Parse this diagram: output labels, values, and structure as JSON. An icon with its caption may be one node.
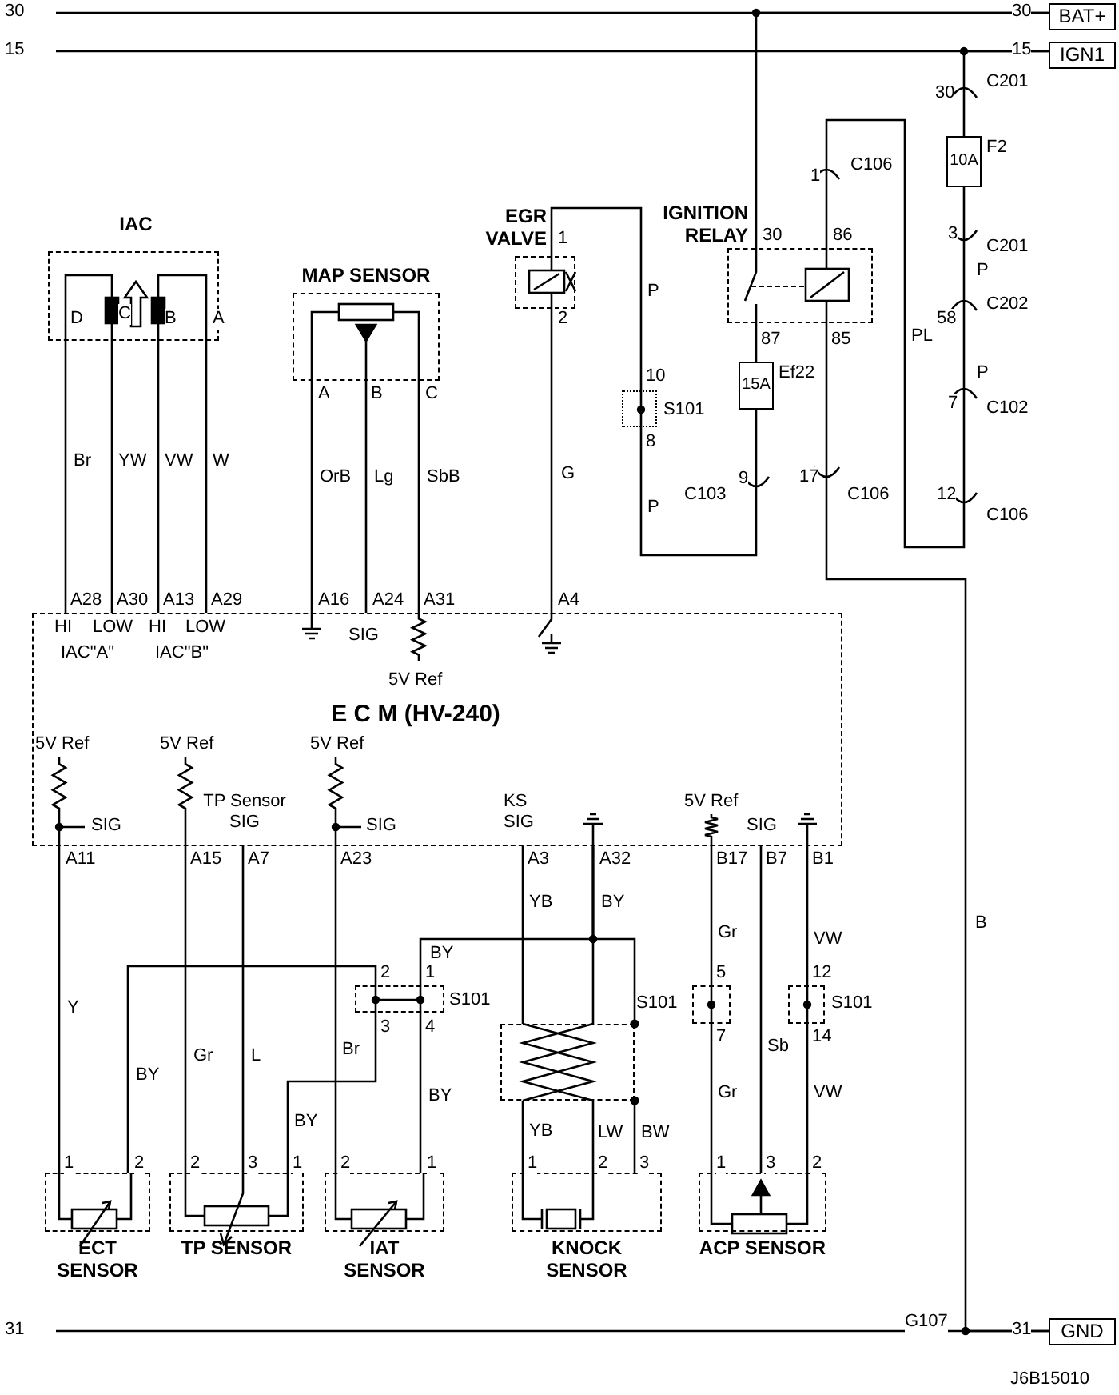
{
  "diagram": {
    "nodes": [
      {
        "text": [
          "BAT+"
        ]
      },
      {
        "text": [
          "IGN1"
        ]
      },
      {
        "text": [
          "GND"
        ]
      },
      {
        "text": [
          "IAC"
        ]
      },
      {
        "text": [
          "MAP SENSOR"
        ]
      },
      {
        "text": [
          "EGR VALVE"
        ]
      },
      {
        "text": [
          "IGNITION RELAY"
        ]
      },
      {
        "text": [
          "E C M (HV-240)"
        ]
      },
      {
        "text": [
          "S101"
        ]
      },
      {
        "text": [
          "S101"
        ]
      },
      {
        "text": [],
        "shape": "box"
      },
      {
        "text": [
          "S101"
        ]
      },
      {
        "text": [
          "S101"
        ]
      },
      {
        "text": [
          "ECT SENSOR"
        ]
      },
      {
        "text": [
          "TP SENSOR"
        ]
      },
      {
        "text": [
          "IAT SENSOR"
        ]
      },
      {
        "text": [
          "KNOCK SENSOR"
        ]
      },
      {
        "text": [
          "ACP SENSOR"
        ]
      },
      {
        "text": [
          "10A"
        ],
        "beside": [
          "F2"
        ]
      },
      {
        "text": [
          "15A"
        ],
        "beside": [
          "Ef22"
        ]
      }
    ],
    "edges": [
      {
        "from": null,
        "to": 0,
        "arrow": "none"
      },
      {
        "from": null,
        "to": 1,
        "arrow": "none"
      },
      {
        "from": null,
        "to": 2,
        "arrow": "none"
      },
      {
        "from": 6,
        "to": 0,
        "arrow": "none"
      },
      {
        "from": 18,
        "to": 1,
        "arrow": "none"
      },
      {
        "from": 18,
        "to": 6,
        "arrow": "none",
        "label": "PL"
      },
      {
        "from": 6,
        "to": 19,
        "arrow": "none"
      },
      {
        "from": 19,
        "to": 8,
        "arrow": "none",
        "label": "P"
      },
      {
        "from": 8,
        "to": 5,
        "arrow": "none",
        "label": "P"
      },
      {
        "from": 5,
        "to": 7,
        "arrow": "none",
        "label": "G"
      },
      {
        "from": 6,
        "to": 2,
        "arrow": "none",
        "label": "B"
      },
      {
        "from": 3,
        "to": 7,
        "arrow": "none",
        "label": "Br"
      },
      {
        "from": 3,
        "to": 7,
        "arrow": "none",
        "label": "YW"
      },
      {
        "from": 3,
        "to": 7,
        "arrow": "none",
        "label": "VW"
      },
      {
        "from": 3,
        "to": 7,
        "arrow": "none",
        "label": "W"
      },
      {
        "from": 4,
        "to": 7,
        "arrow": "none",
        "label": "OrB"
      },
      {
        "from": 4,
        "to": 7,
        "arrow": "none",
        "label": "Lg"
      },
      {
        "from": 4,
        "to": 7,
        "arrow": "none",
        "label": "SbB"
      },
      {
        "from": 7,
        "to": 13,
        "arrow": "none",
        "label": "Y"
      },
      {
        "from": 7,
        "to": 14,
        "arrow": "none",
        "label": "Gr"
      },
      {
        "from": 7,
        "to": 14,
        "arrow": "none",
        "label": "L"
      },
      {
        "from": 7,
        "to": 15,
        "arrow": "none",
        "label": "Br"
      },
      {
        "from": 7,
        "to": 10,
        "arrow": "none",
        "label": "YB"
      },
      {
        "from": 7,
        "to": 10,
        "arrow": "none",
        "label": "BY"
      },
      {
        "from": 7,
        "to": 9,
        "arrow": "none",
        "label": "BY"
      },
      {
        "from": 7,
        "to": 10,
        "arrow": "other"
      },
      {
        "from": 16,
        "to": 10,
        "arrow": "other",
        "label": "BW"
      },
      {
        "from": 9,
        "to": 13,
        "arrow": "none",
        "label": "BY"
      },
      {
        "from": 9,
        "to": 14,
        "arrow": "none",
        "label": "BY"
      },
      {
        "from": 9,
        "to": 15,
        "arrow": "none",
        "label": "BY"
      },
      {
        "from": 7,
        "to": 11,
        "arrow": "none",
        "label": "Gr"
      },
      {
        "from": 11,
        "to": 17,
        "arrow": "none",
        "label": "Gr"
      },
      {
        "from": 7,
        "to": 17,
        "arrow": "none",
        "label": "Sb"
      },
      {
        "from": 7,
        "to": 12,
        "arrow": "none",
        "label": "VW"
      },
      {
        "from": 12,
        "to": 17,
        "arrow": "none",
        "label": "VW"
      },
      {
        "from": 10,
        "to": 16,
        "arrow": "none",
        "label": "YB"
      },
      {
        "from": 10,
        "to": 16,
        "arrow": "none",
        "label": "LW"
      }
    ],
    "labels": [
      "30",
      "30",
      "15",
      "15",
      "30",
      "C201",
      "1",
      "C106",
      "1",
      "30",
      "86",
      "3",
      "C201",
      "P",
      "D",
      "C",
      "B",
      "A",
      "2",
      "58",
      "C202",
      "87",
      "85",
      "10",
      "P",
      "A",
      "B",
      "C",
      "7",
      "C102",
      "8",
      "9",
      "17",
      "C103",
      "C106",
      "12",
      "C106",
      "A28",
      "A30",
      "A13",
      "A29",
      "A16",
      "A24",
      "A31",
      "A4",
      "HI",
      "LOW",
      "HI",
      "LOW",
      "SIG",
      "IAC\"A\"",
      "IAC\"B\"",
      "5V Ref",
      "5V Ref",
      "5V Ref",
      "5V Ref",
      "TP Sensor SIG",
      "KS SIG",
      "5V Ref",
      "SIG",
      "SIG",
      "SIG",
      "A11",
      "A15",
      "A7",
      "A23",
      "A3",
      "A32",
      "B17",
      "B7",
      "B1",
      "2",
      "1",
      "5",
      "12",
      "3",
      "4",
      "7",
      "14",
      "1",
      "2",
      "2",
      "3",
      "1",
      "2",
      "1",
      "1",
      "2",
      "3",
      "1",
      "3",
      "2",
      "G107",
      "31",
      "31",
      "J6B15010"
    ]
  }
}
